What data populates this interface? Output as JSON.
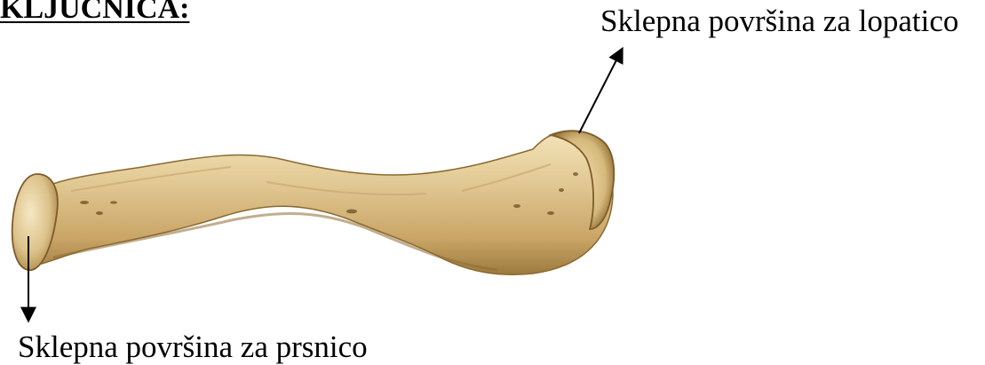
{
  "title": "KLJUČNICA:",
  "labels": {
    "acromial_surface": "Sklepna površina za lopatico",
    "sternal_surface": "Sklepna površina za prsnico"
  },
  "colors": {
    "bone_light": "#efddaf",
    "bone_mid": "#d9bf85",
    "bone_shadow": "#a98545",
    "bone_dark": "#7d5c28",
    "arrow": "#000000"
  }
}
